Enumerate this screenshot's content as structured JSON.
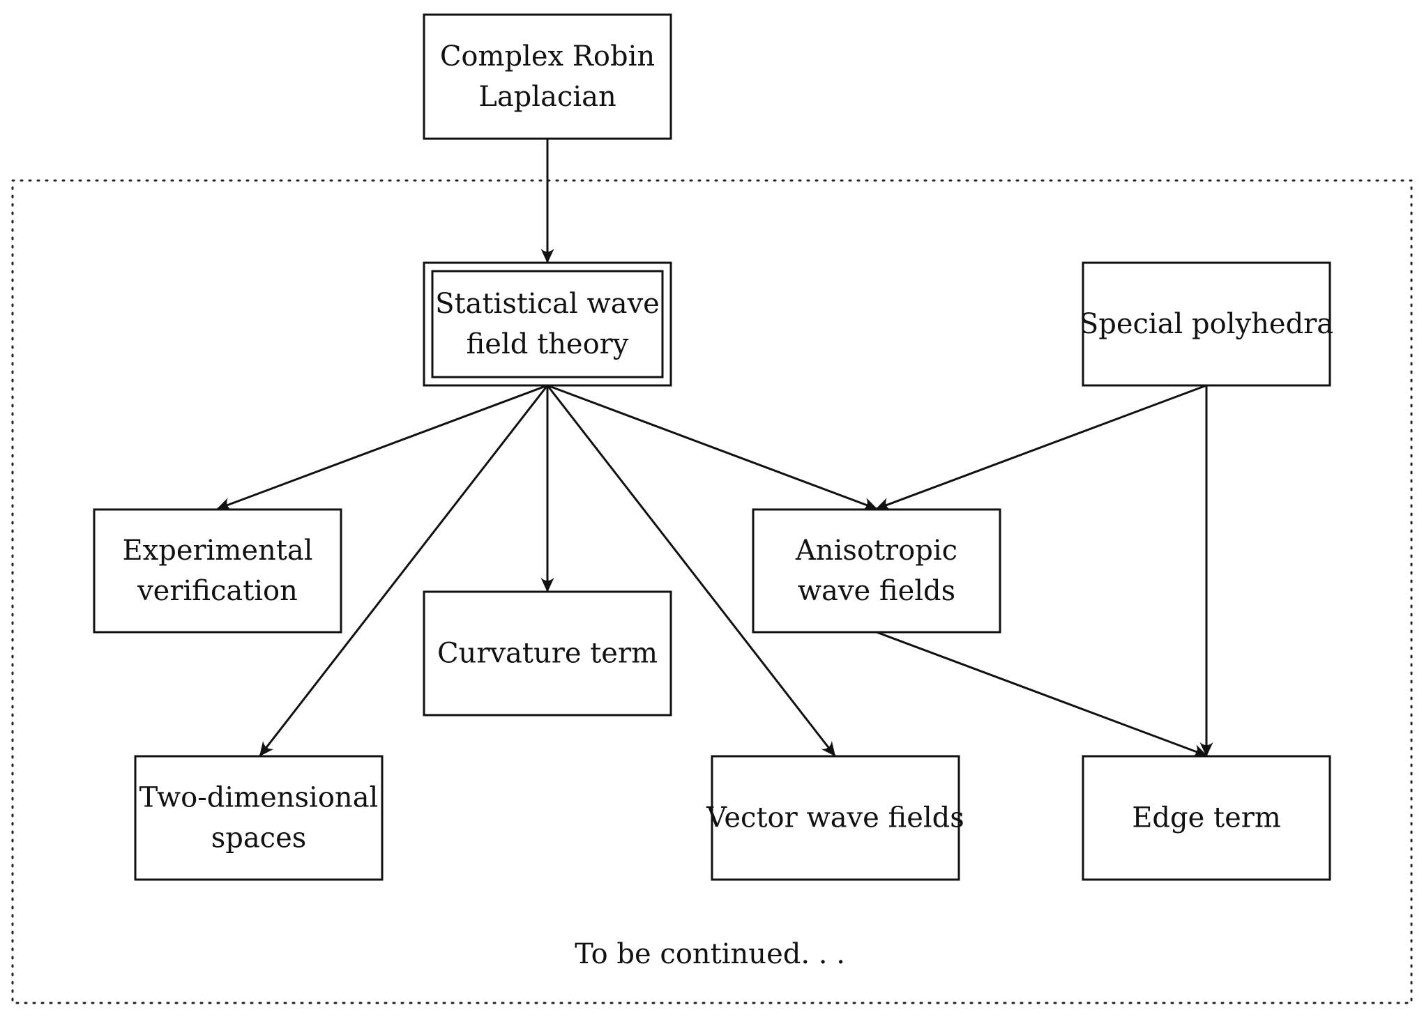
{
  "nodes": [
    {
      "id": "complex-robin-laplacian",
      "lines": [
        "Complex Robin",
        "Laplacian"
      ],
      "double_border": false
    },
    {
      "id": "statistical-wave-field-theory",
      "lines": [
        "Statistical wave",
        "field theory"
      ],
      "double_border": true
    },
    {
      "id": "special-polyhedra",
      "lines": [
        "Special polyhedra"
      ],
      "double_border": false
    },
    {
      "id": "experimental-verification",
      "lines": [
        "Experimental",
        "verification"
      ],
      "double_border": false
    },
    {
      "id": "curvature-term",
      "lines": [
        "Curvature term"
      ],
      "double_border": false
    },
    {
      "id": "anisotropic-wave-fields",
      "lines": [
        "Anisotropic",
        "wave fields"
      ],
      "double_border": false
    },
    {
      "id": "two-dimensional-spaces",
      "lines": [
        "Two-dimensional",
        "spaces"
      ],
      "double_border": false
    },
    {
      "id": "vector-wave-fields",
      "lines": [
        "Vector wave fields"
      ],
      "double_border": false
    },
    {
      "id": "edge-term",
      "lines": [
        "Edge term"
      ],
      "double_border": false
    }
  ],
  "edges": [
    {
      "from": "complex-robin-laplacian",
      "to": "statistical-wave-field-theory"
    },
    {
      "from": "statistical-wave-field-theory",
      "to": "experimental-verification"
    },
    {
      "from": "statistical-wave-field-theory",
      "to": "two-dimensional-spaces"
    },
    {
      "from": "statistical-wave-field-theory",
      "to": "curvature-term"
    },
    {
      "from": "statistical-wave-field-theory",
      "to": "vector-wave-fields"
    },
    {
      "from": "statistical-wave-field-theory",
      "to": "anisotropic-wave-fields"
    },
    {
      "from": "special-polyhedra",
      "to": "anisotropic-wave-fields"
    },
    {
      "from": "special-polyhedra",
      "to": "edge-term"
    },
    {
      "from": "anisotropic-wave-fields",
      "to": "edge-term"
    }
  ],
  "group": {
    "note": "To be continued. . ."
  }
}
